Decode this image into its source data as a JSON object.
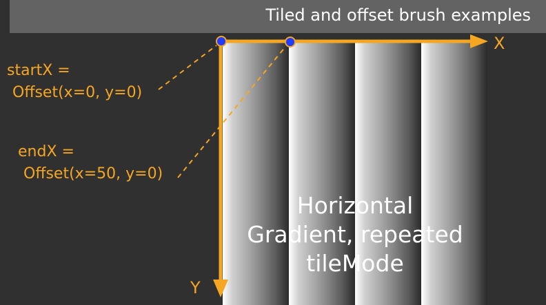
{
  "title": "Tiled and offset brush examples",
  "annotations": {
    "start_line1": "startX =",
    "start_line2": "Offset(x=0, y=0)",
    "end_line1": "endX =",
    "end_line2": "Offset(x=50, y=0)"
  },
  "axes": {
    "x_label": "X",
    "y_label": "Y"
  },
  "caption": {
    "line1": "Horizontal",
    "line2": "Gradient, repeated",
    "line3": "tileMode"
  },
  "colors": {
    "background": "#303030",
    "title_bar": "#636363",
    "accent": "#f5a623",
    "point": "#1f3cff"
  }
}
